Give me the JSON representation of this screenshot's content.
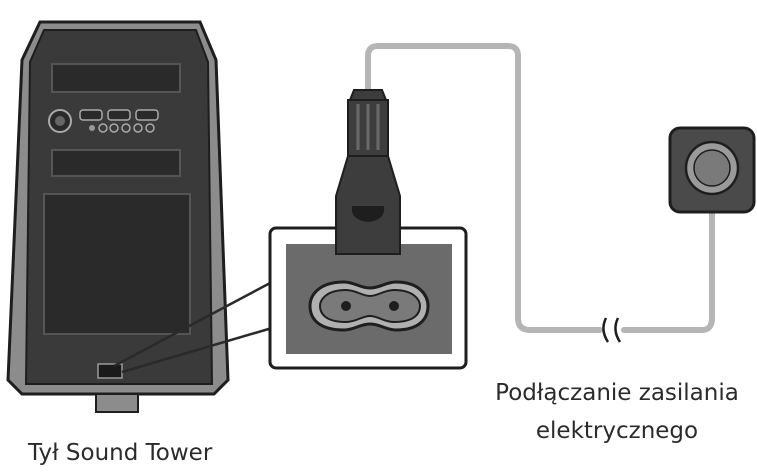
{
  "labels": {
    "tower_back": "Tył Sound Tower",
    "power_line1": "Podłączanie zasilania",
    "power_line2": "elektrycznego"
  },
  "colors": {
    "tower_body": "#3a3a3a",
    "tower_dark": "#2a2a2a",
    "tower_light": "#8c8c8c",
    "panel_gray": "#6b6b6b",
    "cable": "#b5b5b5",
    "plug": "#3d3d3d",
    "outlet_box": "#4a4a4a",
    "outlet_face": "#9a9a9a"
  }
}
